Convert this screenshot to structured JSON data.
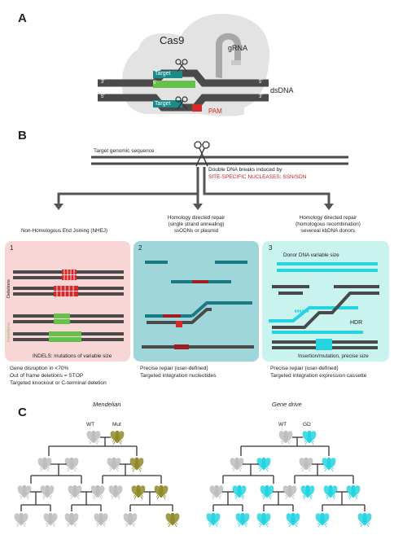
{
  "panel_a": {
    "letter": "A",
    "protein_label": "Cas9",
    "grna_label": "gRNA",
    "dsdna_label": "dsDNA",
    "target_label": "Target",
    "pam_label": "PAM",
    "end_3": "3'",
    "end_5": "5'"
  },
  "panel_b": {
    "letter": "B",
    "genomic_label": "Target genomic sequence",
    "dsb_line1": "Double DNA breaks induced by",
    "dsb_line2": "SITE-SPECIFIC NUCLEASES: SSN/SDN",
    "path1": {
      "title": "Non-Homologous End Joining (NHEJ)",
      "number": "1",
      "deletions": "Deletions",
      "insertions": "Insertions",
      "caption": "INDELS: mutations of variable size",
      "notes": [
        "Gene disruption in <70%",
        "Out of frame deletions = STOP",
        "Targeted knockout or C-terminal deletion"
      ]
    },
    "path2": {
      "title_lines": [
        "Homology directed repair",
        "(single strand annealing)",
        "ssODNs or plasmid"
      ],
      "number": "2",
      "notes": [
        "Precise repair (user-defined)",
        "Targeted integration nucleotides"
      ]
    },
    "path3": {
      "title_lines": [
        "Homology directed repair",
        "(homologous recombination)",
        "severeal kbDNA donors"
      ],
      "number": "3",
      "donor_label": "Donor DNA variable size",
      "hdr_label": "HDR",
      "caption": "Insertion/mutation, precise size",
      "notes": [
        "Precise repair (user-defined)",
        "Targeted integration expression cassette"
      ]
    }
  },
  "panel_c": {
    "letter": "C",
    "left_title": "Mendelian",
    "right_title": "Gene drive",
    "wt": "WT",
    "mut": "Mut",
    "gd": "GD"
  },
  "colors": {
    "dark_strand": "#4a4a4a",
    "teal": "#1a8a8a",
    "green": "#66c04a",
    "red": "#d42a2a",
    "nhej_box": "#f9d6d6",
    "hdr2_box": "#9fd6da",
    "hdr3_box": "#c8f3ef",
    "cyan": "#26d3e0",
    "olive": "#8f8a2a",
    "fly_grey": "#bdbdbd"
  }
}
